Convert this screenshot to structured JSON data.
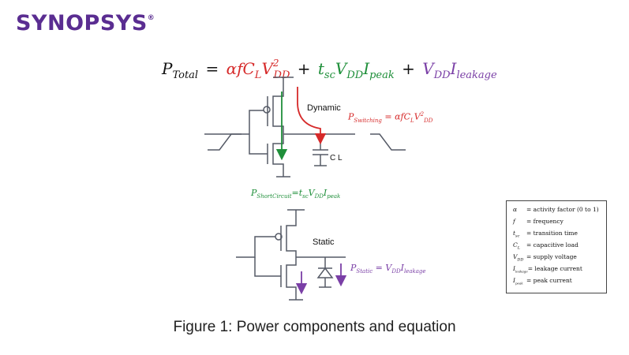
{
  "brand": {
    "logo_text": "SYNOPSYS",
    "registered_mark": "®"
  },
  "equation": {
    "lhs": "P",
    "lhs_sub": "Total",
    "equals": "=",
    "dynamic_term": "αfC",
    "dynamic_sub_L": "L",
    "dynamic_V": "V",
    "dynamic_sup": "2",
    "dynamic_sub_DD": "DD",
    "plus1": "+",
    "sc_t": "t",
    "sc_sub": "sc",
    "sc_V": "V",
    "sc_V_sub": "DD",
    "sc_I": "I",
    "sc_I_sub": "peak",
    "plus2": "+",
    "leak_V": "V",
    "leak_V_sub": "DD",
    "leak_I": "I",
    "leak_I_sub": "leakage",
    "colors": {
      "dynamic": "#d62a2a",
      "short_circuit": "#1f8f3a",
      "leakage": "#7a3fa6"
    }
  },
  "diagram": {
    "dynamic_label": "Dynamic",
    "load_label": "C",
    "load_sub": "L",
    "static_label": "Static",
    "p_switching": {
      "P": "P",
      "sub": "Switching",
      "rhs": "= αfC",
      "rhs_sub": "L",
      "V": "V",
      "sup": "2",
      "V_sub": "DD"
    },
    "p_shortcircuit": {
      "P": "P",
      "sub": "ShortCircuit",
      "rhs": "=t",
      "t_sub": "sc",
      "V": "V",
      "V_sub": "DD",
      "I": "I",
      "I_sub": "peak"
    },
    "p_static": {
      "P": "P",
      "sub": "Static",
      "rhs": "= V",
      "V_sub": "DD",
      "I": "I",
      "I_sub": "leakage"
    }
  },
  "legend": {
    "items": [
      {
        "sym": "α",
        "sub": "",
        "text": " = activity factor (0 to 1)"
      },
      {
        "sym": "f",
        "sub": "",
        "text": " = frequency"
      },
      {
        "sym": "t",
        "sub": "sc",
        "text": " = transition time"
      },
      {
        "sym": "C",
        "sub": "L",
        "text": " = capacitive load"
      },
      {
        "sym": "V",
        "sub": "DD",
        "text": " = supply voltage"
      },
      {
        "sym": "I",
        "sub": "leakage",
        "text": " = leakage current"
      },
      {
        "sym": "I",
        "sub": "peak",
        "text": " = peak current"
      }
    ]
  },
  "caption": "Figure 1: Power components and equation"
}
